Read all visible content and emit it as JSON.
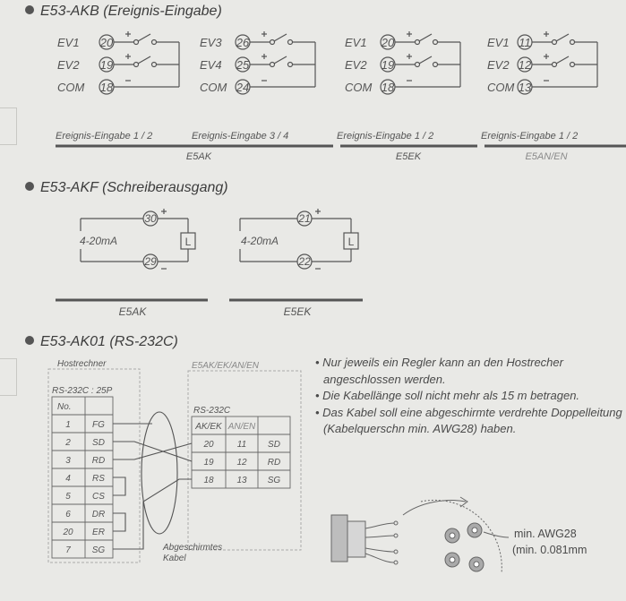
{
  "sections": {
    "akb": {
      "title": "E53-AKB (Ereignis-Eingabe)"
    },
    "akf": {
      "title": "E53-AKF (Schreiberausgang)"
    },
    "ak01": {
      "title": "E53-AK01 (RS-232C)"
    }
  },
  "akb": {
    "blocks": [
      {
        "rows": [
          {
            "label": "EV1",
            "terminal": "20"
          },
          {
            "label": "EV2",
            "terminal": "19"
          },
          {
            "label": "COM",
            "terminal": "18"
          }
        ],
        "caption": "Ereignis-Eingabe 1 / 2"
      },
      {
        "rows": [
          {
            "label": "EV3",
            "terminal": "26"
          },
          {
            "label": "EV4",
            "terminal": "25"
          },
          {
            "label": "COM",
            "terminal": "24"
          }
        ],
        "caption": "Ereignis-Eingabe 3 / 4"
      },
      {
        "rows": [
          {
            "label": "EV1",
            "terminal": "20"
          },
          {
            "label": "EV2",
            "terminal": "19"
          },
          {
            "label": "COM",
            "terminal": "18"
          }
        ],
        "caption": "Ereignis-Eingabe 1 / 2"
      },
      {
        "rows": [
          {
            "label": "EV1",
            "terminal": "11"
          },
          {
            "label": "EV2",
            "terminal": "12"
          },
          {
            "label": "COM",
            "terminal": "13"
          }
        ],
        "caption": "Ereignis-Eingabe 1 / 2"
      }
    ],
    "models": [
      "E5AK",
      "E5EK",
      "E5AN/EN"
    ]
  },
  "akf": {
    "blocks": [
      {
        "current": "4-20mA",
        "top_terminal": "30",
        "bottom_terminal": "29",
        "load": "L",
        "model": "E5AK"
      },
      {
        "current": "4-20mA",
        "top_terminal": "21",
        "bottom_terminal": "22",
        "load": "L",
        "model": "E5EK"
      }
    ]
  },
  "ak01": {
    "host_label": "Hostrechner",
    "host_table": {
      "title": "RS-232C : 25P",
      "header": "No.",
      "rows": [
        [
          "1",
          "FG"
        ],
        [
          "2",
          "SD"
        ],
        [
          "3",
          "RD"
        ],
        [
          "4",
          "RS"
        ],
        [
          "5",
          "CS"
        ],
        [
          "6",
          "DR"
        ],
        [
          "20",
          "ER"
        ],
        [
          "7",
          "SG"
        ]
      ]
    },
    "device_label": "E5AK/EK/AN/EN",
    "device_table": {
      "title": "RS-232C",
      "header": [
        "AK/EK",
        "AN/EN",
        ""
      ],
      "rows": [
        [
          "20",
          "11",
          "SD"
        ],
        [
          "19",
          "12",
          "RD"
        ],
        [
          "18",
          "13",
          "SG"
        ]
      ]
    },
    "shield_label": [
      "Abgeschirmtes",
      "Kabel"
    ],
    "notes": [
      "• Nur jeweils ein Regler kann an den Hostrecher angeschlossen werden.",
      "• Die Kabellänge soll nicht mehr als 15 m betragen.",
      "• Das Kabel soll eine abgeschirmte verdrehte Doppelleitung (Kabelquerschn min. AWG28) haben."
    ],
    "awg": [
      "min. AWG28",
      "(min. 0.081mm"
    ]
  }
}
